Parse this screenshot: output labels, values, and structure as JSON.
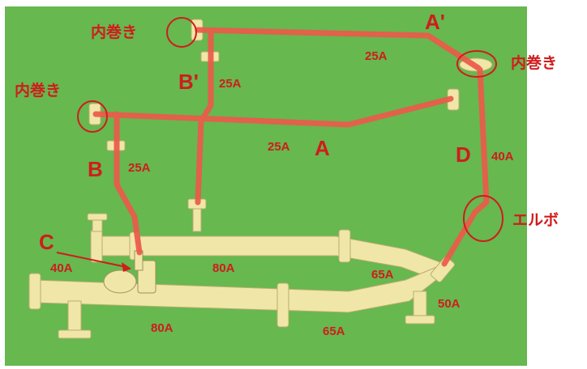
{
  "colors": {
    "background": "#66b84f",
    "pipe_cream": "#f0e6a8",
    "pipe_highlight": "#ec5a4a",
    "annotation_red": "#d01c1c"
  },
  "labels": {
    "inner_wind_1": "内巻き",
    "inner_wind_2": "内巻き",
    "inner_wind_3": "内巻き",
    "elbow": "エルボ",
    "A": "A",
    "A_prime": "A'",
    "B": "B",
    "B_prime": "B'",
    "C": "C",
    "D": "D",
    "size_25A_top": "25A",
    "size_25A_bprime": "25A",
    "size_25A_a": "25A",
    "size_25A_b": "25A",
    "size_40A_d": "40A",
    "size_40A_c": "40A",
    "size_80A_upper": "80A",
    "size_65A_upper": "65A",
    "size_50A": "50A",
    "size_80A_lower": "80A",
    "size_65A_lower": "65A"
  }
}
